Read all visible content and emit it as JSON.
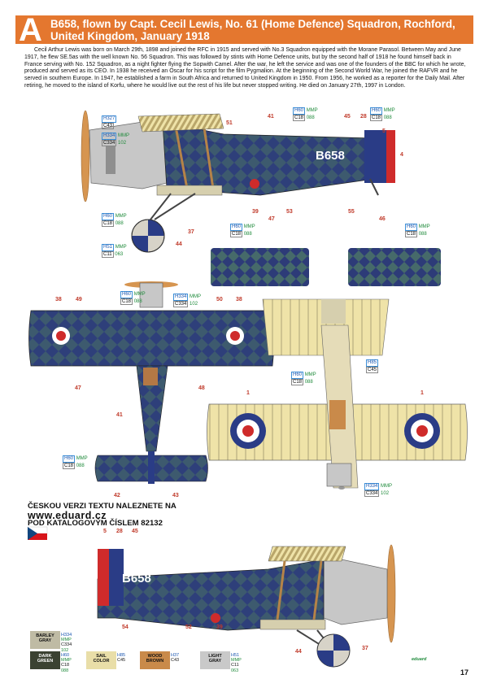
{
  "header": {
    "letter": "A",
    "title": "B658, flown by Capt. Cecil Lewis, No. 61 (Home Defence) Squadron, Rochford, United Kingdom, January 1918"
  },
  "bio": "Cecil Arthur Lewis was born on March 29th, 1898 and joined the RFC in 1915 and served with No.3 Squadron equipped with the Morane Parasol. Between May and June 1917, he flew SE.5as with the well known No. 56 Squadron. This was followed by stints with Home Defence units, but by the second half of 1918 he found himself back in France serving with No. 152 Squadron, as a night fighter flying the Sopwith Camel. After the war, he left the service and was one of the founders of the BBC for which he wrote, produced and served as its CEO. In 1938 he received an Oscar for his script for the film Pygmalion. At the beginning of the Second World War, he joined the RAFVR and he served in southern Europe. In 1947, he established a farm in South Africa and returned to United Kingdom in 1950. From 1956, he worked as a reporter for the Daily Mail. After retiring, he moved to the island of Korfu, where he would live out the rest of his life but never stopped writing. He died on January 27th, 1997 in London.",
  "serial": "B658",
  "color_codes": {
    "c_h327": {
      "h": "H327",
      "c": "C43",
      "mp": "",
      "mv": ""
    },
    "c_h334_top": {
      "h": "H334",
      "c": "C334",
      "mp": "MMP",
      "mv": "102"
    },
    "c_h60_top": {
      "h": "H60",
      "c": "C18",
      "mp": "MMP",
      "mv": "088"
    },
    "c_h60_tail": {
      "h": "H60",
      "c": "C18",
      "mp": "MMP",
      "mv": "088"
    },
    "c_h60_wheel": {
      "h": "H60",
      "c": "C18",
      "mp": "MMP",
      "mv": "088"
    },
    "c_h51": {
      "h": "H51",
      "c": "C11",
      "mp": "MMP",
      "mv": "063"
    },
    "c_h60_wl": {
      "h": "H60",
      "c": "C18",
      "mp": "MMP",
      "mv": "088"
    },
    "c_h60_wr": {
      "h": "H60",
      "c": "C18",
      "mp": "MMP",
      "mv": "088"
    },
    "c_h60_plan": {
      "h": "H60",
      "c": "C18",
      "mp": "MMP",
      "mv": "088"
    },
    "c_h334_plan": {
      "h": "H334",
      "c": "C334",
      "mp": "MMP",
      "mv": "102"
    },
    "c_h60_stab": {
      "h": "H60",
      "c": "C18",
      "mp": "MMP",
      "mv": "088"
    },
    "c_h60_under": {
      "h": "H60",
      "c": "C18",
      "mp": "MMP",
      "mv": "088"
    },
    "c_h85": {
      "h": "H85",
      "c": "C45",
      "mp": "",
      "mv": ""
    },
    "c_h334_under": {
      "h": "H334",
      "c": "C334",
      "mp": "MMP",
      "mv": "102"
    }
  },
  "callouts": {
    "n51": "51",
    "n41": "41",
    "n45": "45",
    "n28": "28",
    "n5": "5",
    "n4": "4",
    "n37": "37",
    "n44": "44",
    "n39": "39",
    "n53": "53",
    "n55": "55",
    "n46": "46",
    "n38a": "38",
    "n49a": "49",
    "n50": "50",
    "n38b": "38",
    "n47": "47",
    "n48": "48",
    "n41b": "41",
    "n42": "42",
    "n43": "43",
    "n1a": "1",
    "n1b": "1",
    "n5b": "5",
    "n28b": "28",
    "n45b": "45",
    "n54": "54",
    "n52": "52",
    "n39b": "39",
    "n44b": "44",
    "n37b": "37"
  },
  "czech_note": {
    "line1": "ČESKOU VERZI TEXTU NALEZNETE NA",
    "line2": "www.eduard.cz",
    "line3": "POD KATALOGOVÝM ČÍSLEM 82132"
  },
  "legend": [
    {
      "name1": "BARLEY",
      "name2": "GRAY",
      "h": "H334",
      "c": "C334",
      "mp": "MMP",
      "mv": "102",
      "color": "#bfbba4",
      "text_color": "#111"
    },
    {
      "name1": "DARK",
      "name2": "GREEN",
      "h": "H60",
      "c": "C18",
      "mp": "MMP",
      "mv": "088",
      "color": "#3b4232",
      "text_color": "#fff"
    },
    {
      "name1": "SAIL",
      "name2": "COLOR",
      "h": "H85",
      "c": "C45",
      "mp": "",
      "mv": "",
      "color": "#e9dea8",
      "text_color": "#111"
    },
    {
      "name1": "WOOD",
      "name2": "BROWN",
      "h": "H37",
      "c": "C43",
      "mp": "",
      "mv": "",
      "color": "#c98a4a",
      "text_color": "#111"
    },
    {
      "name1": "LIGHT",
      "name2": "GRAY",
      "h": "H51",
      "c": "C11",
      "mp": "MMP",
      "mv": "063",
      "color": "#c9c9c9",
      "text_color": "#111"
    }
  ],
  "publisher": "eduard",
  "page_number": "17",
  "colors": {
    "header_orange": "#e4772f",
    "camo_blue": "#2e3f7a",
    "camo_green": "#3f6a50",
    "roundel_red": "#cf2b2b",
    "roundel_blue": "#2a3c86",
    "linen": "#efe6c3",
    "wood": "#c98a4a"
  }
}
